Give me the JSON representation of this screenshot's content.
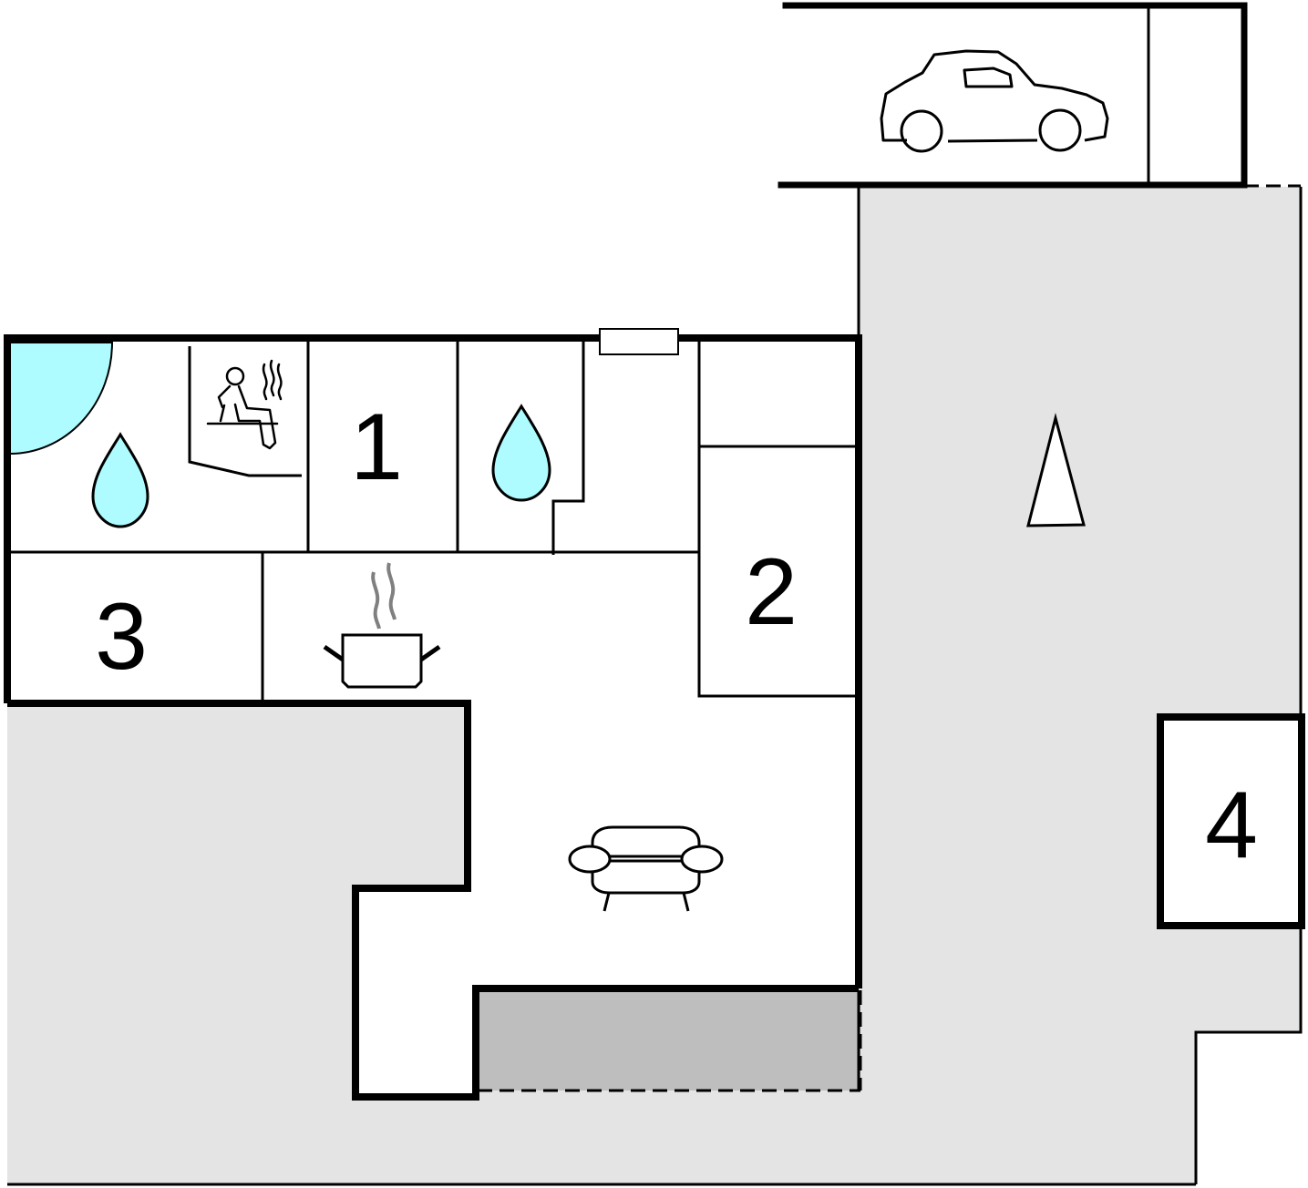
{
  "colors": {
    "wall": "#000000",
    "outdoor": "#e4e4e4",
    "terrace": "#bebebe",
    "water": "#aefcff",
    "steam": "#808080",
    "floor": "#ffffff"
  },
  "rooms": [
    {
      "label": "1"
    },
    {
      "label": "2"
    },
    {
      "label": "3"
    },
    {
      "label": "4"
    }
  ],
  "icons": [
    "car-icon",
    "sauna-icon",
    "water-drop-icon",
    "water-drop-icon",
    "cooking-pot-icon",
    "sofa-icon",
    "tree-icon",
    "shower-quarter-circle-icon",
    "window-icon"
  ]
}
